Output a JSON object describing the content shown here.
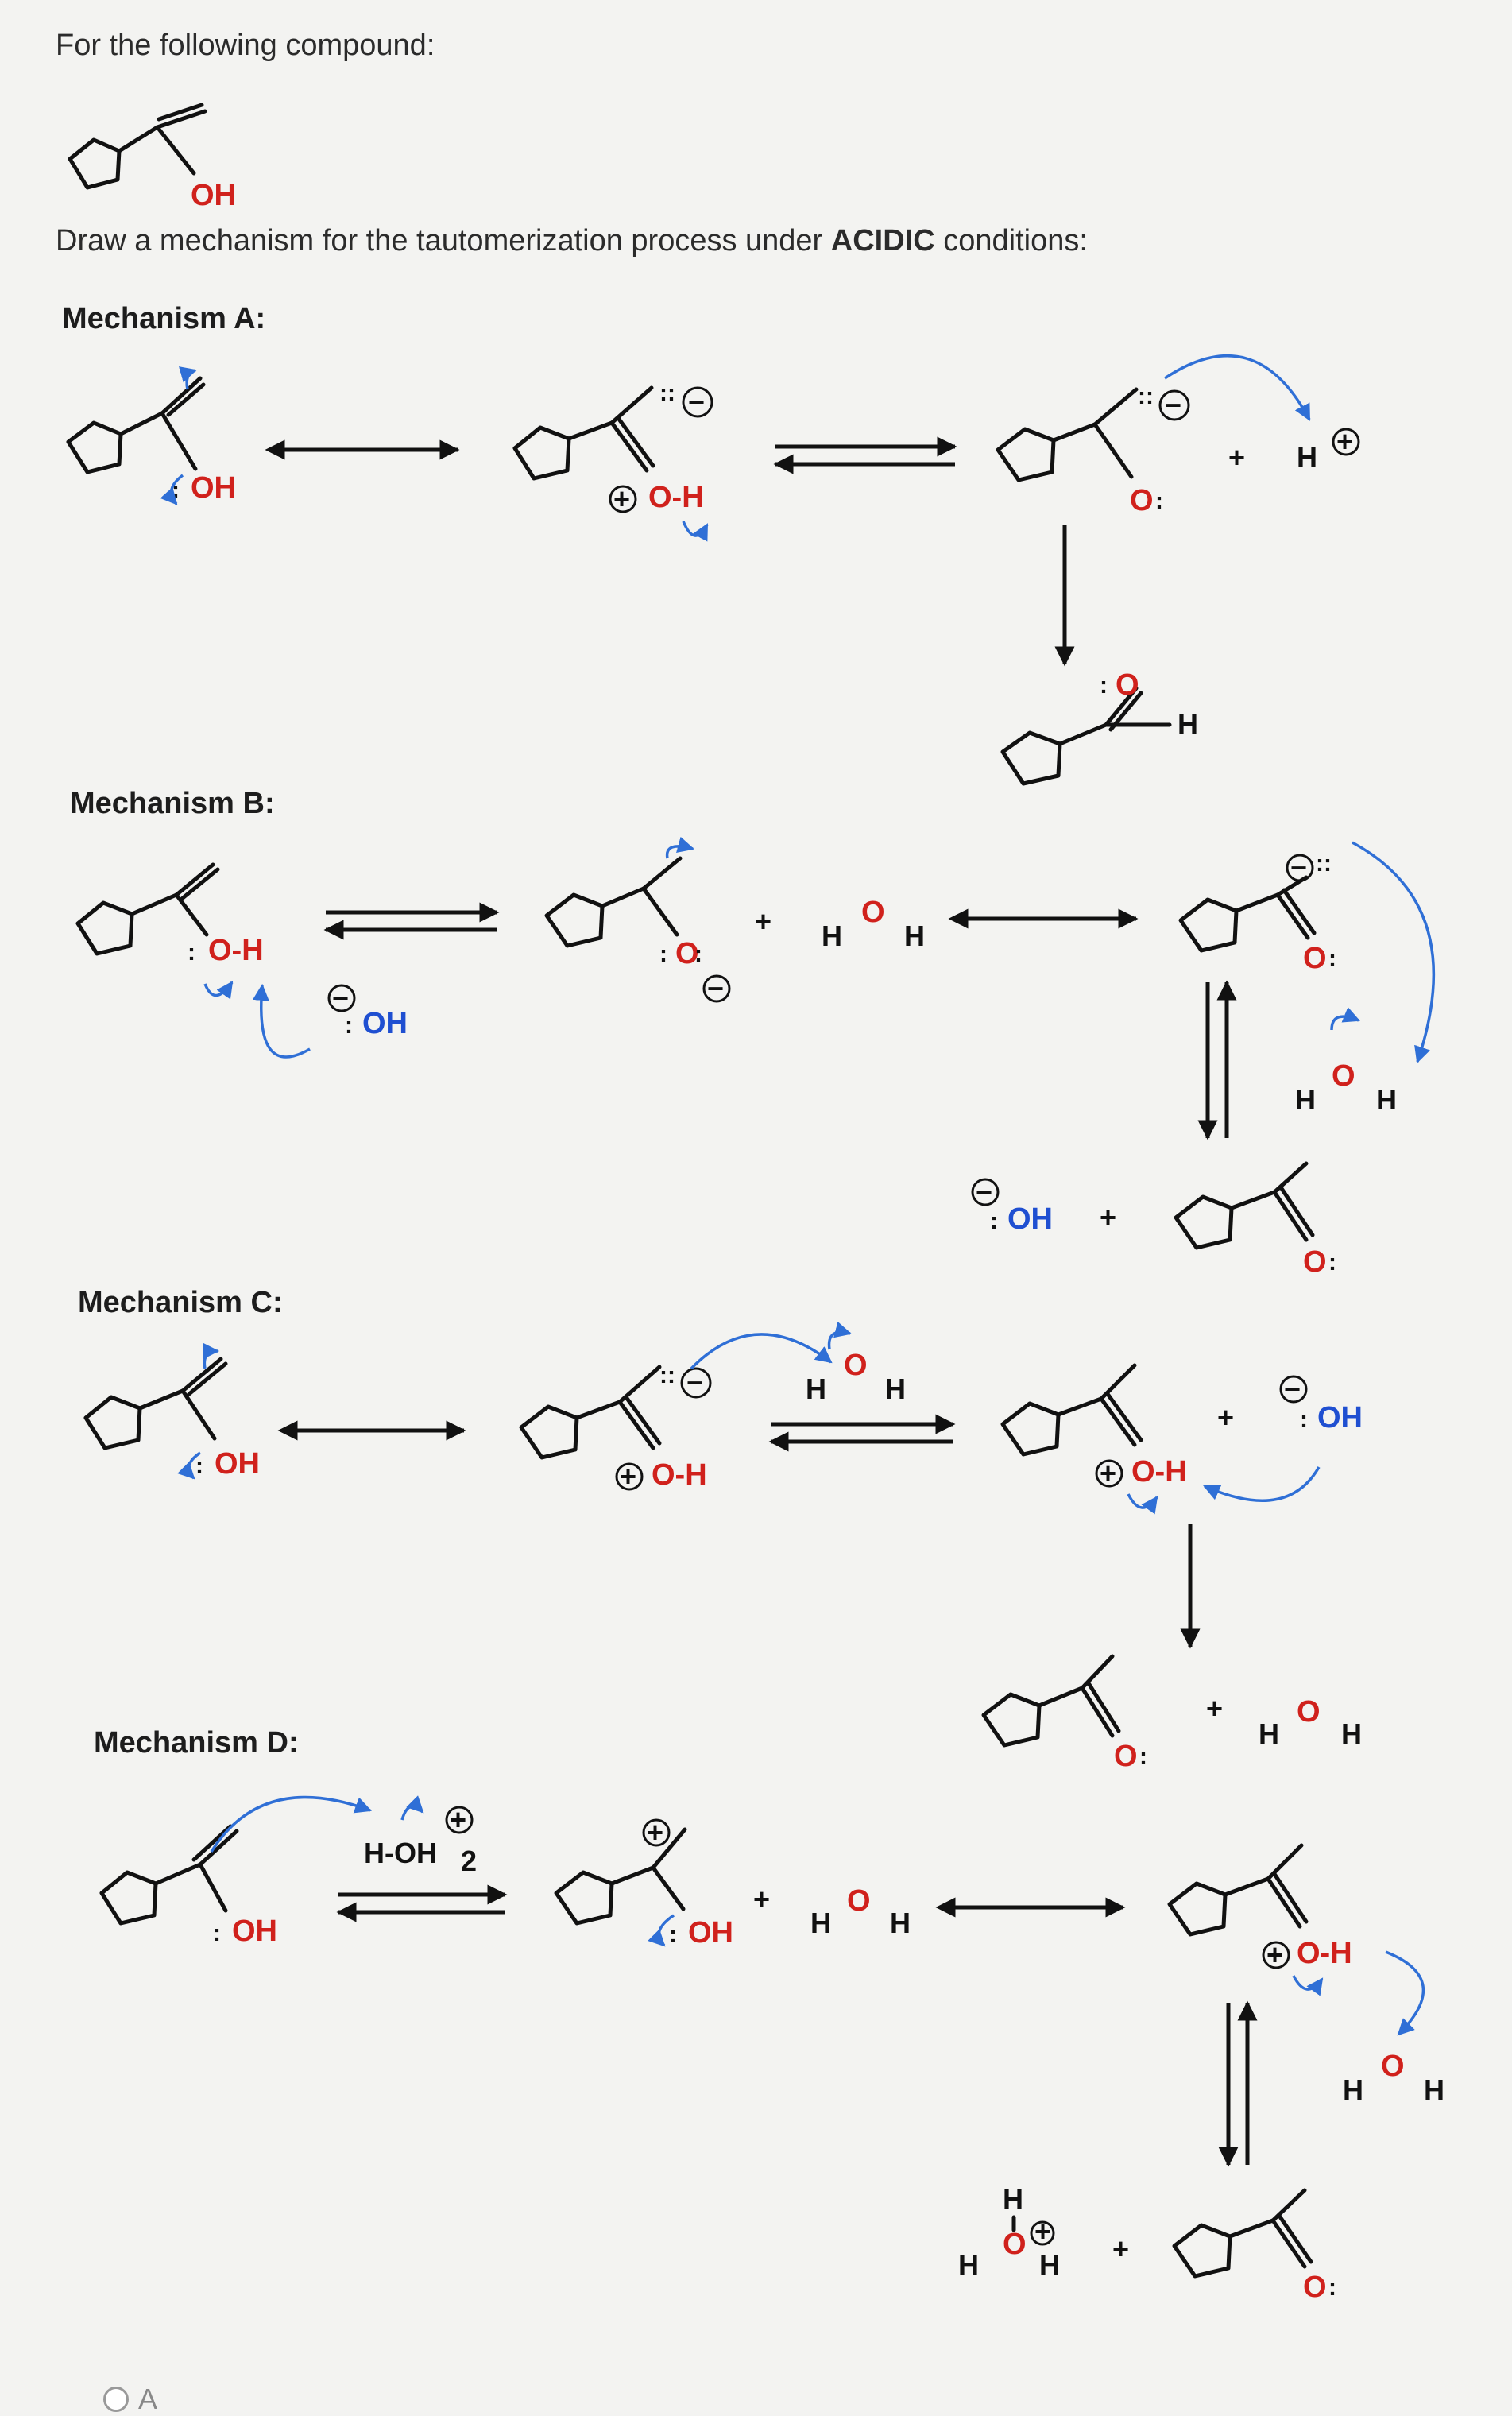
{
  "question": {
    "intro": "For the following compound:",
    "compound_label": "OH",
    "instruction_prefix": "Draw a mechanism for the tautomerization process under ",
    "instruction_emphasis": "ACIDIC",
    "instruction_suffix": " conditions:"
  },
  "mechanisms": [
    {
      "id": "A",
      "heading": "Mechanism A:"
    },
    {
      "id": "B",
      "heading": "Mechanism B:"
    },
    {
      "id": "C",
      "heading": "Mechanism C:"
    },
    {
      "id": "D",
      "heading": "Mechanism D:"
    }
  ],
  "labels": {
    "oh": "OH",
    "o_h": "O-H",
    "o": "O",
    "h": "H",
    "h_oh2": "H-OH",
    "sub2": "2",
    "plus": "+",
    "minus_sym": "−",
    "plus_sym": "+"
  },
  "answer_choices": [
    {
      "label": "A",
      "selected": false
    }
  ],
  "colors": {
    "atom_red": "#d0211c",
    "curly_arrow_blue": "#2f6fd6",
    "charge_black": "#111111"
  }
}
